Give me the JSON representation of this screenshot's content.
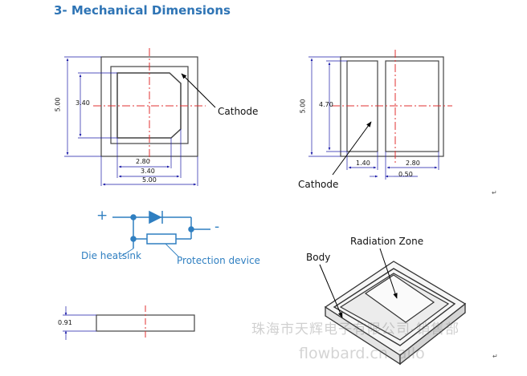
{
  "title": "3- Mechanical Dimensions",
  "colors": {
    "dim": "#1a1aa8",
    "center": "#e03030",
    "outline": "#444444",
    "circuit": "#2f7fc1",
    "title": "#2e74b5"
  },
  "top_view": {
    "height_outer": "5.00",
    "height_inner": "3.40",
    "w_280": "2.80",
    "w_340": "3.40",
    "w_500": "5.00",
    "cathode": "Cathode"
  },
  "side_view": {
    "height_outer": "5.00",
    "height_inner": "4.70",
    "w_140": "1.40",
    "w_280": "2.80",
    "w_050": "0.50",
    "cathode": "Cathode"
  },
  "circuit": {
    "plus": "+",
    "minus": "-",
    "die_heatsink": "Die heatsink",
    "protection_device": "Protection device"
  },
  "profile": {
    "thickness": "0.91"
  },
  "iso": {
    "radiation_zone": "Radiation Zone",
    "body": "Body"
  },
  "watermark": {
    "cn": "珠海市天辉电子有限公司-销售部",
    "url": "flowbard.cn",
    "suffix": "allo"
  },
  "paragraph_mark": "↵"
}
